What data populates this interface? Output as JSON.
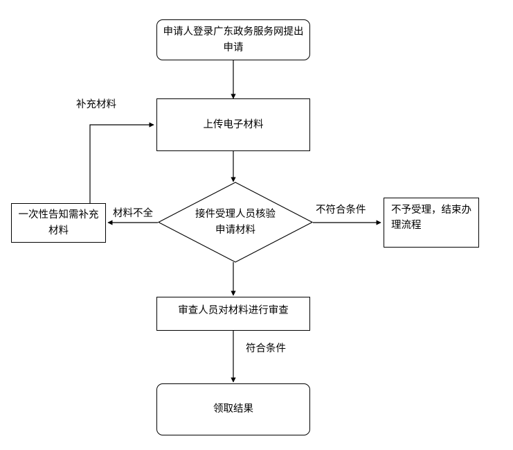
{
  "diagram": {
    "title_text_present": false,
    "colors": {
      "stroke": "#000000",
      "fill": "#ffffff",
      "text": "#000000"
    },
    "nodes": [
      {
        "id": "apply",
        "shape": "rounded-rectangle",
        "label": "申请人登录广东政务服务网提出申请"
      },
      {
        "id": "upload",
        "shape": "rectangle",
        "label": "上传电子材料"
      },
      {
        "id": "verify",
        "shape": "diamond",
        "label": "接件受理人员核验申请材料"
      },
      {
        "id": "notify",
        "shape": "rectangle",
        "label": "一次性告知需补充材料"
      },
      {
        "id": "reject",
        "shape": "rectangle",
        "label": "不予受理，结束办理流程"
      },
      {
        "id": "review",
        "shape": "rectangle",
        "label": "审查人员对材料进行审查"
      },
      {
        "id": "result",
        "shape": "rounded-rectangle",
        "label": "领取结果"
      }
    ],
    "edge_labels": [
      {
        "id": "supplement",
        "label": "补充材料"
      },
      {
        "id": "incomplete",
        "label": "材料不全"
      },
      {
        "id": "not-qualified",
        "label": "不符合条件"
      },
      {
        "id": "qualified",
        "label": "符合条件"
      }
    ]
  }
}
